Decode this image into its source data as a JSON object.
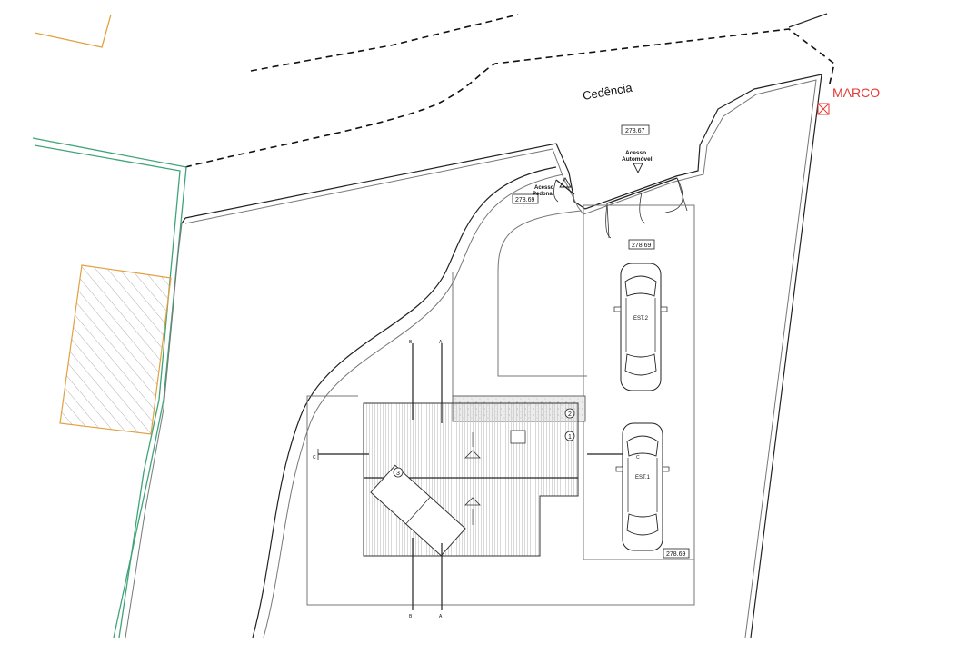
{
  "labels": {
    "cedencia": "Cedência",
    "marco": "MARCO",
    "acesso_automovel_line1": "Acesso",
    "acesso_automovel_line2": "Automóvel",
    "acesso_pedonal_line1": "Acesso",
    "acesso_pedonal_line2": "Pedonal",
    "est1": "EST.1",
    "est2": "EST.2",
    "marker_1": "1",
    "marker_2": "2",
    "marker_3": "3",
    "section_a_top": "A",
    "section_a_bottom": "A",
    "section_b_top": "B",
    "section_b_bottom": "B",
    "section_c_left": "C",
    "section_c_right": "C"
  },
  "levels": {
    "entrance": "278.67",
    "pedestrian": "278.69",
    "parking_top": "278.69",
    "parking_bottom": "278.69"
  },
  "colors": {
    "boundary_dashed": "#111111",
    "neighbor_green": "#3fa478",
    "neighbor_orange": "#e2a040",
    "marco_red": "#e53935",
    "paving_grey": "#e8e8e8"
  },
  "icons": [
    "section-arrow-icon",
    "car-icon",
    "marco-cross-icon",
    "north-triangle-icon"
  ]
}
